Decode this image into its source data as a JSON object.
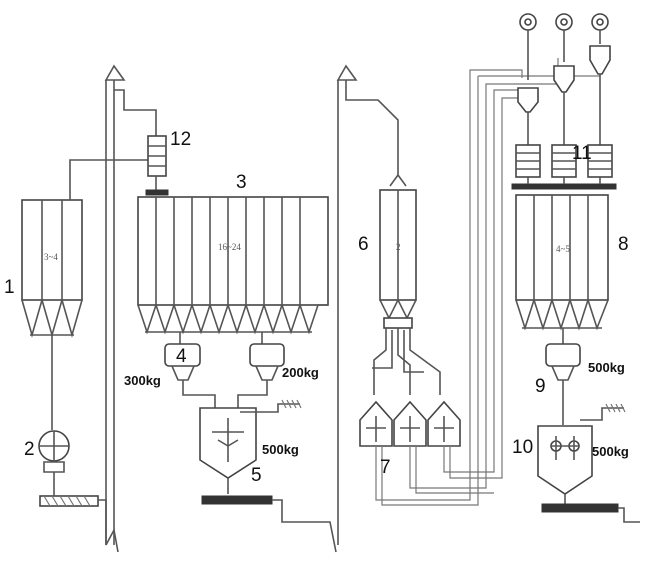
{
  "labels": {
    "n1": "1",
    "n2": "2",
    "n3": "3",
    "n4": "4",
    "n5": "5",
    "n6": "6",
    "n7": "7",
    "n8": "8",
    "n9": "9",
    "n10": "10",
    "n11": "11",
    "n12": "12"
  },
  "bin_marks": {
    "b1": "3~4",
    "b3": "16~24",
    "b6": "2",
    "b8": "4~5"
  },
  "weights": {
    "w300": "300kg",
    "w200": "200kg",
    "w500a": "500kg",
    "w500b": "500kg",
    "w500c": "500kg"
  },
  "colors": {
    "line": "#555555",
    "ink": "#111111"
  }
}
